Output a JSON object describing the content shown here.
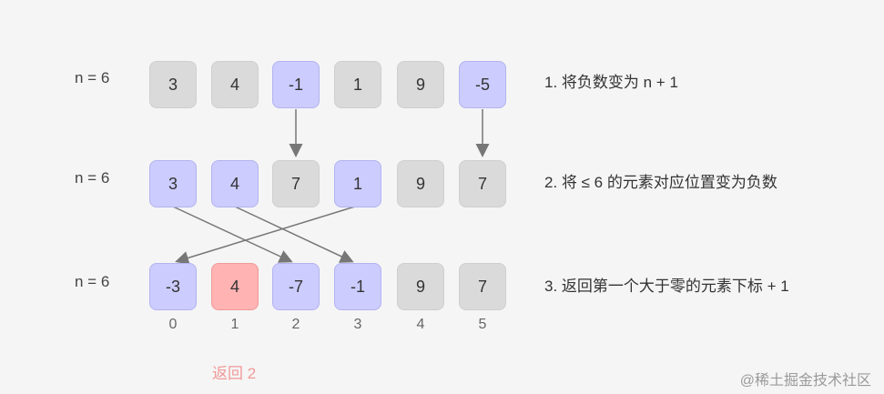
{
  "rows": [
    {
      "n": "n = 6",
      "cells": [
        {
          "v": "3",
          "c": "gray"
        },
        {
          "v": "4",
          "c": "gray"
        },
        {
          "v": "-1",
          "c": "blue"
        },
        {
          "v": "1",
          "c": "gray"
        },
        {
          "v": "9",
          "c": "gray"
        },
        {
          "v": "-5",
          "c": "blue"
        }
      ]
    },
    {
      "n": "n = 6",
      "cells": [
        {
          "v": "3",
          "c": "blue"
        },
        {
          "v": "4",
          "c": "blue"
        },
        {
          "v": "7",
          "c": "gray"
        },
        {
          "v": "1",
          "c": "blue"
        },
        {
          "v": "9",
          "c": "gray"
        },
        {
          "v": "7",
          "c": "gray"
        }
      ]
    },
    {
      "n": "n = 6",
      "cells": [
        {
          "v": "-3",
          "c": "blue"
        },
        {
          "v": "4",
          "c": "red"
        },
        {
          "v": "-7",
          "c": "blue"
        },
        {
          "v": "-1",
          "c": "blue"
        },
        {
          "v": "9",
          "c": "gray"
        },
        {
          "v": "7",
          "c": "gray"
        }
      ]
    }
  ],
  "steps": [
    "1. 将负数变为 n + 1",
    "2. 将 ≤ 6 的元素对应位置变为负数",
    "3. 返回第一个大于零的元素下标 + 1"
  ],
  "indices": [
    "0",
    "1",
    "2",
    "3",
    "4",
    "5"
  ],
  "result": "返回 2",
  "watermark": "@稀土掘金技术社区",
  "colors": {
    "gray": "#dadada",
    "blue": "#ccccff",
    "red": "#ffb3b3",
    "arrow": "#777777"
  }
}
